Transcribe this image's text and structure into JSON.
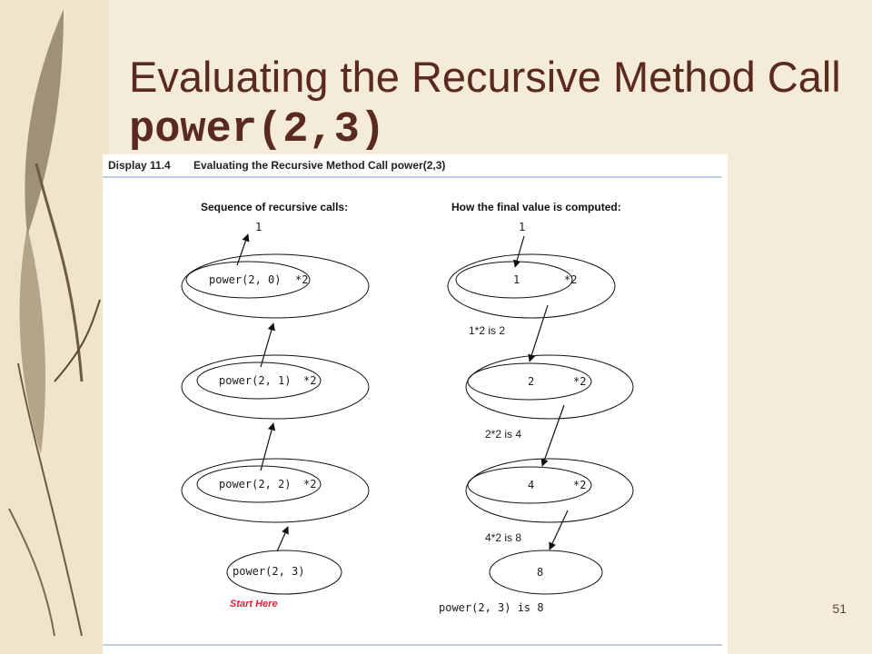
{
  "slide": {
    "title_text": "Evaluating the Recursive Method Call",
    "title_code": "power(2,3)",
    "page_number": "51"
  },
  "display": {
    "label": "Display 11.4",
    "caption": "Evaluating the Recursive Method Call power(2,3)"
  },
  "left_panel": {
    "heading": "Sequence of recursive calls:",
    "top_value": "1",
    "calls": [
      "power(2, 0)",
      "power(2, 1)",
      "power(2, 2)",
      "power(2, 3)"
    ],
    "multiplier": "*2",
    "start_label": "Start Here"
  },
  "right_panel": {
    "heading": "How the final value is computed:",
    "top_value": "1",
    "values": [
      "1",
      "2",
      "4",
      "8"
    ],
    "multiplier": "*2",
    "steps": [
      "1*2 is 2",
      "2*2 is 4",
      "4*2 is 8"
    ],
    "result": "power(2, 3) is 8"
  },
  "colors": {
    "title": "#5a2a1e",
    "start_here": "#e0203a",
    "background": "#f4ebd9"
  }
}
